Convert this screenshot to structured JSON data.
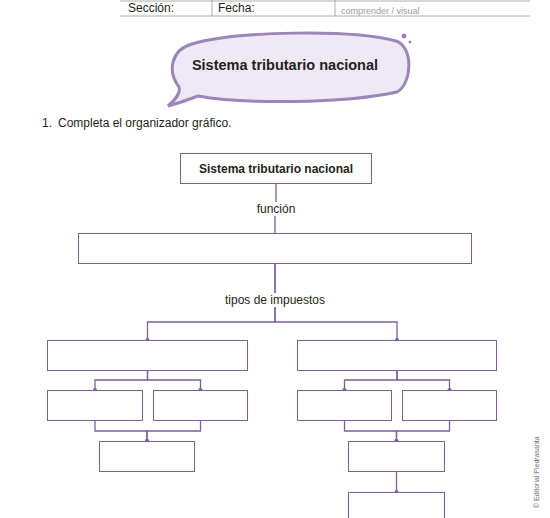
{
  "diagram": {
    "title": "Sistema tributario nacional",
    "nodes": [
      {
        "text": [
          "Sistema tributario nacional"
        ]
      },
      {
        "text": []
      },
      {
        "text": []
      },
      {
        "text": []
      },
      {
        "text": []
      },
      {
        "text": []
      },
      {
        "text": []
      },
      {
        "text": []
      },
      {
        "text": []
      },
      {
        "text": []
      },
      {
        "text": []
      }
    ],
    "edges": [
      {
        "from": 0,
        "to": 1,
        "arrow": "none",
        "label": "función"
      },
      {
        "from": 1,
        "to": 2,
        "arrow": "none",
        "label": "tipos de impuestos"
      },
      {
        "from": 1,
        "to": 3,
        "arrow": "none"
      },
      {
        "from": 2,
        "to": 4,
        "arrow": "none"
      },
      {
        "from": 2,
        "to": 5,
        "arrow": "none"
      },
      {
        "from": 4,
        "to": 6,
        "arrow": "none"
      },
      {
        "from": 5,
        "to": 6,
        "arrow": "none"
      },
      {
        "from": 3,
        "to": 7,
        "arrow": "none"
      },
      {
        "from": 3,
        "to": 8,
        "arrow": "none"
      },
      {
        "from": 7,
        "to": 9,
        "arrow": "none"
      },
      {
        "from": 8,
        "to": 9,
        "arrow": "none"
      },
      {
        "from": 9,
        "to": 10,
        "arrow": "none"
      }
    ],
    "labels": [
      "Sección:",
      "Fecha:",
      "comprender / visual",
      "1.",
      "Completa el organizador gráfico.",
      "© Editorial Piedrasanta"
    ]
  }
}
